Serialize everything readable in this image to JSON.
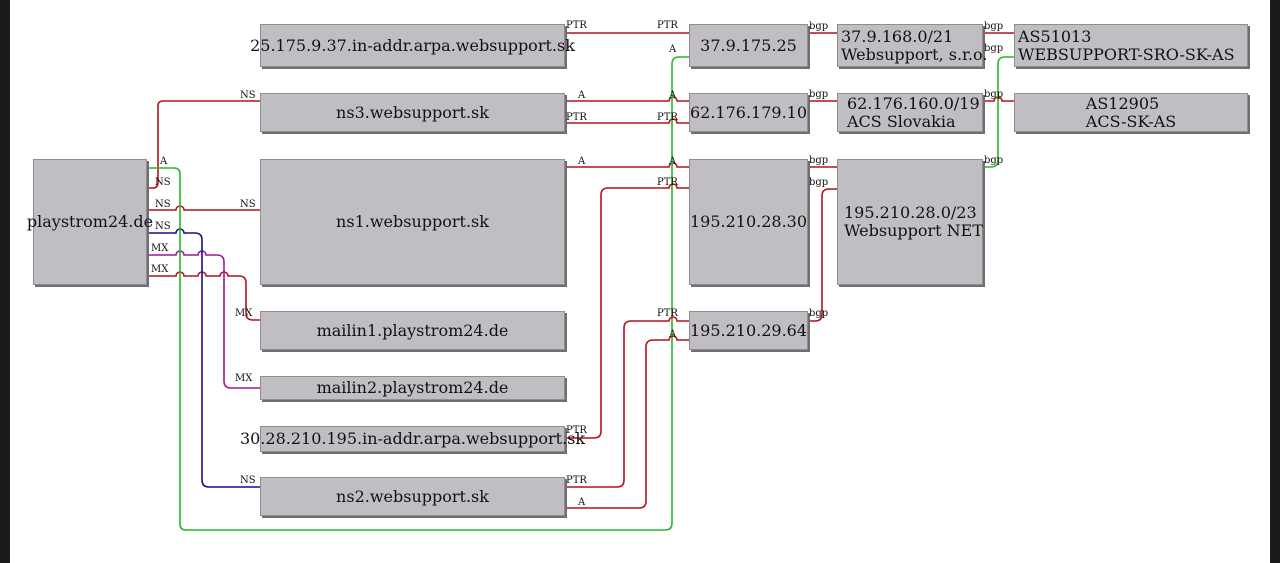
{
  "colors": {
    "red": "#b3121d",
    "green": "#25b825",
    "blue": "#101088",
    "magenta": "#a0169a",
    "node_fill": "#c0bec2",
    "node_border": "#8e8d92"
  },
  "nodes": {
    "domain": "playstrom24.de",
    "ptr_37": "25.175.9.37.in-addr.arpa.websupport.sk",
    "ns3": "ns3.websupport.sk",
    "ns1": "ns1.websupport.sk",
    "mailin1": "mailin1.playstrom24.de",
    "mailin2": "mailin2.playstrom24.de",
    "ptr_195": "30.28.210.195.in-addr.arpa.websupport.sk",
    "ns2": "ns2.websupport.sk",
    "ip_37": "37.9.175.25",
    "ip_62": "62.176.179.10",
    "ip_195_30": "195.210.28.30",
    "ip_195_64": "195.210.29.64",
    "net_37": {
      "prefix": "37.9.168.0/21",
      "name": "Websupport, s.r.o."
    },
    "net_62": {
      "prefix": "62.176.160.0/19",
      "name": "ACS Slovakia"
    },
    "net_195": {
      "prefix": "195.210.28.0/23",
      "name": "Websupport NET"
    },
    "as_51013": {
      "number": "AS51013",
      "name": "WEBSUPPORT-SRO-SK-AS"
    },
    "as_12905": {
      "number": "AS12905",
      "name": "ACS-SK-AS"
    }
  },
  "edge_labels": {
    "ns": "NS",
    "mx": "MX",
    "a": "A",
    "ptr": "PTR",
    "bgp": "bgp"
  }
}
